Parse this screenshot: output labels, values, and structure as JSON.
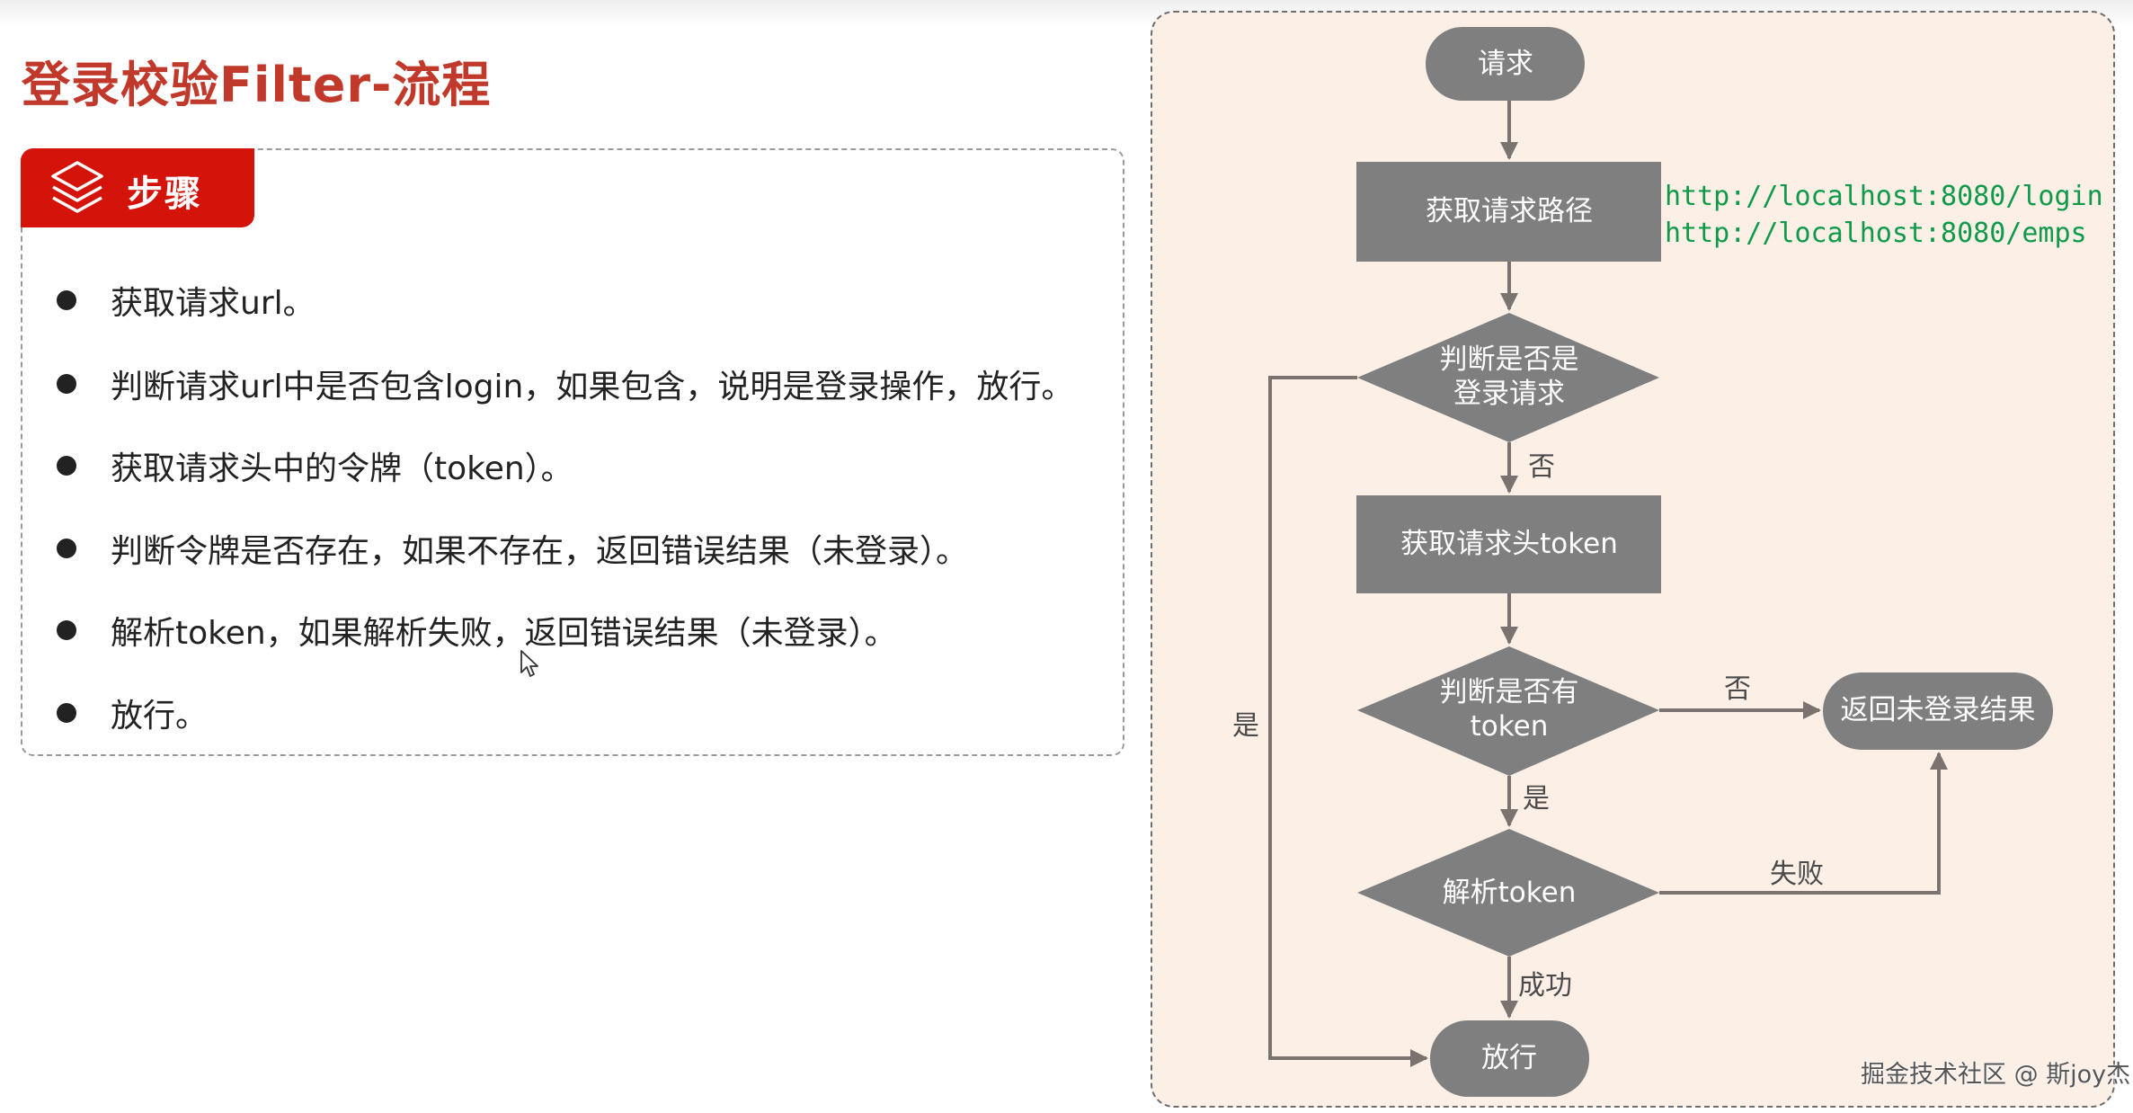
{
  "slide": {
    "title": "登录校验Filter-流程"
  },
  "steps": {
    "tab_label": "步骤",
    "tab_icon": "layers-icon",
    "tab_color": "#d4140b",
    "items": [
      "获取请求url。",
      "判断请求url中是否包含login，如果包含，说明是登录操作，放行。",
      "获取请求头中的令牌（token）。",
      "判断令牌是否存在，如果不存在，返回错误结果（未登录）。",
      "解析token，如果解析失败，返回错误结果（未登录）。",
      "放行。"
    ]
  },
  "flowchart": {
    "nodes": {
      "start": "请求",
      "get_path": "获取请求路径",
      "is_login_line1": "判断是否是",
      "is_login_line2": "登录请求",
      "get_token": "获取请求头token",
      "has_token_line1": "判断是否有",
      "has_token_line2": "token",
      "parse_token": "解析token",
      "not_logged_in": "返回未登录结果",
      "allow": "放行"
    },
    "edge_labels": {
      "is_login_no": "否",
      "is_login_yes": "是",
      "has_token_no": "否",
      "has_token_yes": "是",
      "parse_fail": "失败",
      "parse_success": "成功"
    },
    "urls": [
      "http://localhost:8080/login",
      "http://localhost:8080/emps"
    ],
    "colors": {
      "node_fill": "#7f7f7f",
      "line": "#7a7370",
      "panel_bg": "#fcefe6",
      "url_text": "#0e9a4a"
    }
  },
  "watermark": "掘金技术社区 @ 斯joy杰"
}
